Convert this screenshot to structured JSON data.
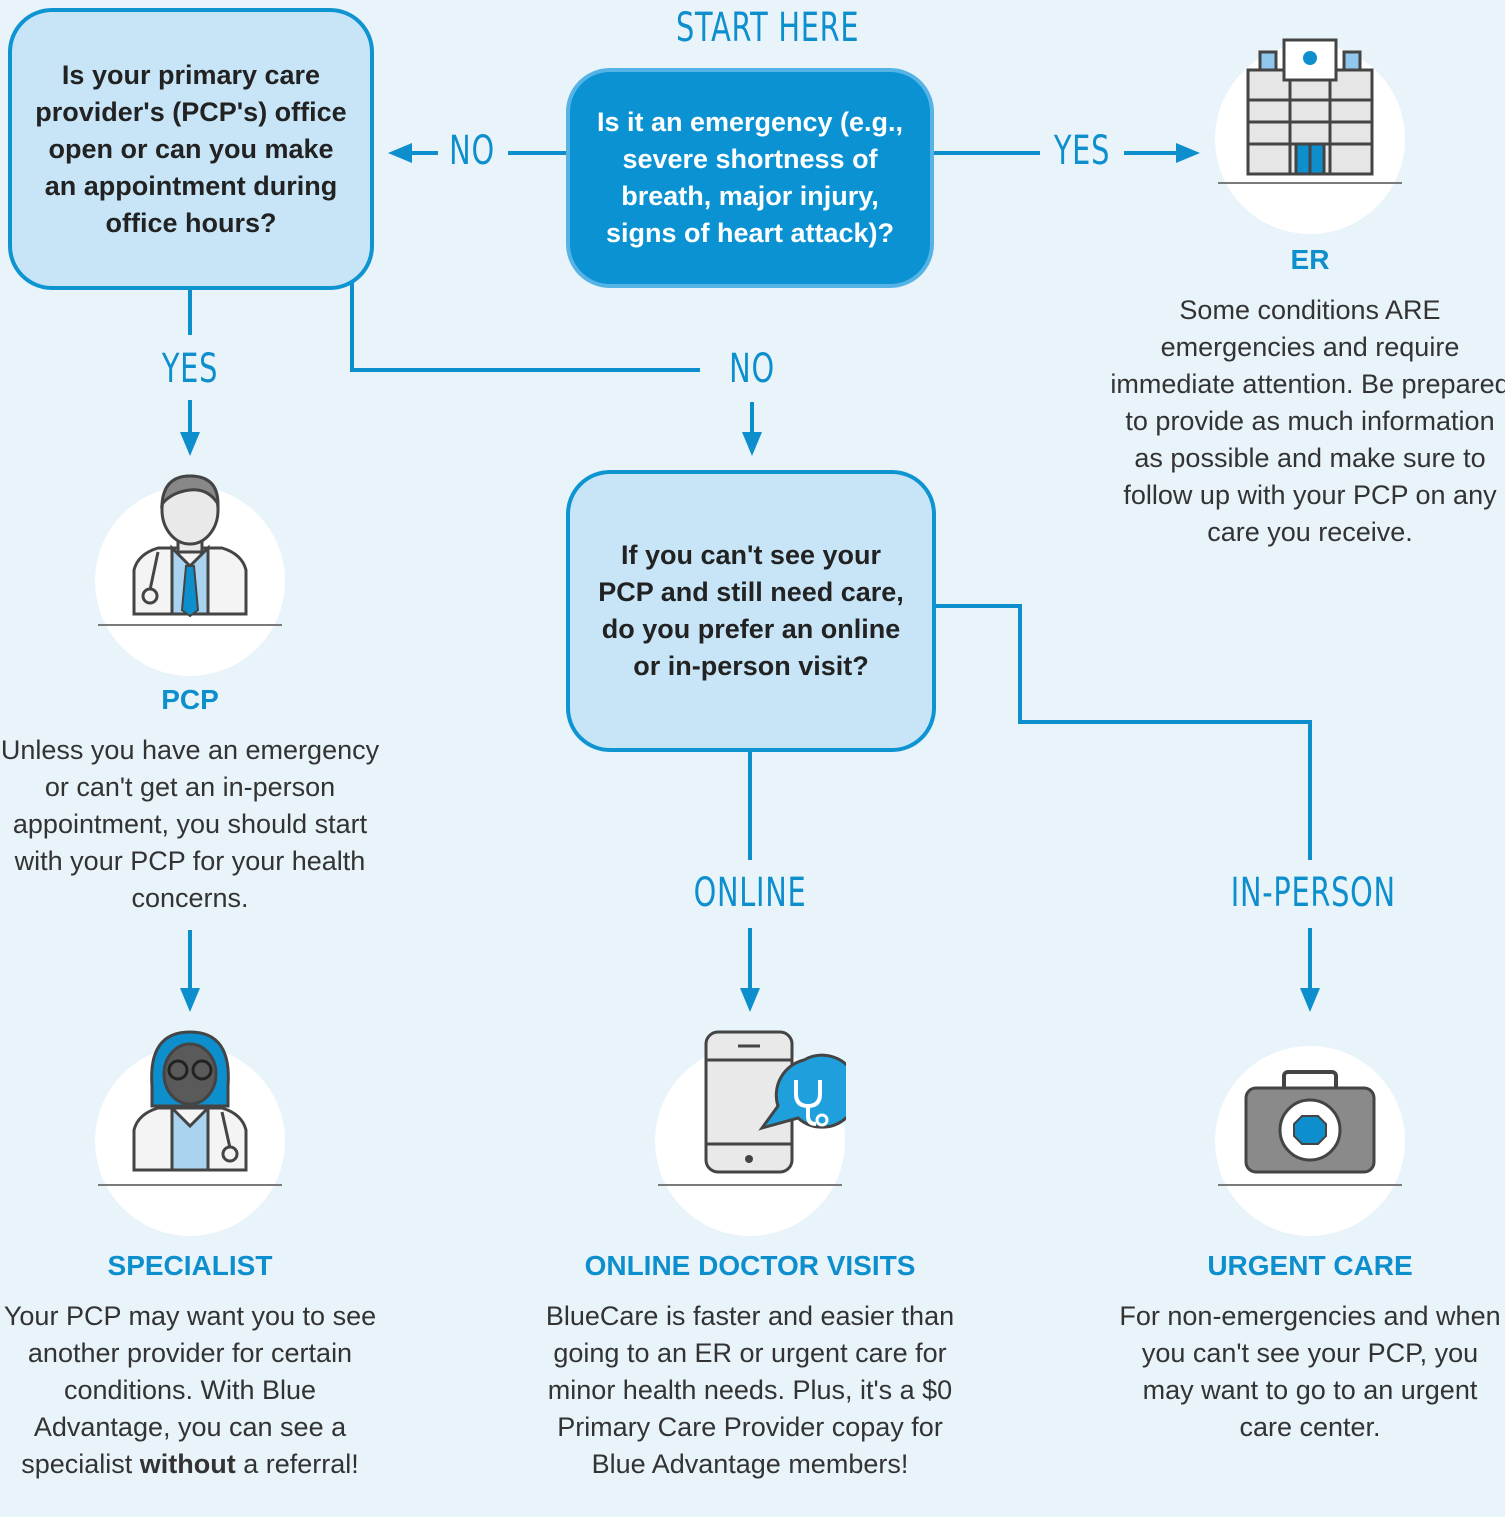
{
  "header": {
    "start_label": "START HERE"
  },
  "nodes": {
    "start": "Is it an emergency (e.g., severe shortness of breath, major injury, signs of heart attack)?",
    "pcp_question": "Is your primary care provider's (PCP's) office open or can you make an appointment during office hours?",
    "online_question": "If you can't see your PCP and still need care, do you prefer an online or in-person visit?"
  },
  "edges": {
    "no_left": "NO",
    "yes_right": "YES",
    "yes_down": "YES",
    "no_down": "NO",
    "online": "ONLINE",
    "in_person": "IN-PERSON"
  },
  "outcomes": {
    "er": {
      "title": "ER",
      "desc": "Some conditions ARE emergencies and require immediate attention. Be prepared to provide as much information as possible and make sure to follow up with your PCP on any care you receive.",
      "icon": "hospital-icon"
    },
    "pcp": {
      "title": "PCP",
      "desc": "Unless you have an emergency or can't get an in-person appointment, you should start with your PCP for your health concerns.",
      "icon": "doctor-icon"
    },
    "specialist": {
      "title": "SPECIALIST",
      "desc_before": "Your PCP may want you to see another provider for certain conditions. With Blue Advantage, you can see a specialist ",
      "desc_bold": "without",
      "desc_after": " a referral!",
      "icon": "specialist-doctor-icon"
    },
    "online": {
      "title": "ONLINE DOCTOR VISITS",
      "desc": "BlueCare is faster and easier than going to an ER or urgent care for minor health needs. Plus, it's a $0 Primary Care Provider copay for Blue Advantage members!",
      "icon": "phone-stethoscope-icon"
    },
    "urgent": {
      "title": "URGENT CARE",
      "desc": "For non-emergencies and when you can't see your PCP, you may want to go to an urgent care center.",
      "icon": "medical-kit-icon"
    }
  },
  "colors": {
    "accent": "#0e8fcd",
    "box_fill": "#c7e5f7",
    "start_fill": "#0a92d3",
    "background": "#e8f3fa"
  }
}
